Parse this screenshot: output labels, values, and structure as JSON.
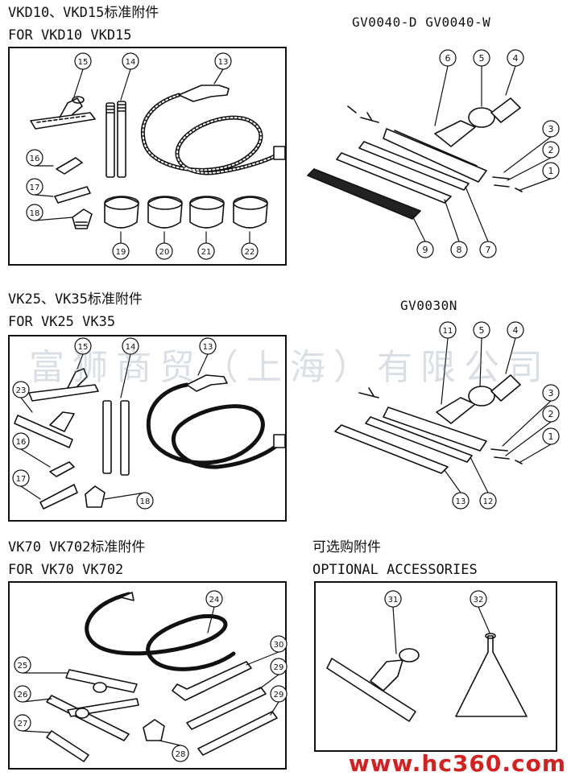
{
  "sections": {
    "vkd": {
      "title_cn": "VKD10、VKD15标准附件",
      "title_en": "FOR VKD10 VKD15"
    },
    "gv0040": {
      "model": "GV0040-D  GV0040-W"
    },
    "vk25": {
      "title_cn": "VK25、VK35标准附件",
      "title_en": "FOR VK25 VK35"
    },
    "gv0030": {
      "model": "GV0030N"
    },
    "vk70": {
      "title_cn": "VK70 VK702标准附件",
      "title_en": "FOR VK70 VK702"
    },
    "optional": {
      "title_cn": "可选购附件",
      "title_en": "OPTIONAL ACCESSORIES"
    }
  },
  "callouts": {
    "vkd": [
      "15",
      "14",
      "13",
      "16",
      "17",
      "18",
      "19",
      "20",
      "21",
      "22"
    ],
    "gv0040": [
      "6",
      "5",
      "4",
      "3",
      "2",
      "1",
      "7",
      "8",
      "9"
    ],
    "vk25": [
      "15",
      "14",
      "13",
      "23",
      "16",
      "17",
      "18"
    ],
    "gv0030": [
      "11",
      "5",
      "4",
      "3",
      "2",
      "1",
      "12",
      "13"
    ],
    "vk70": [
      "24",
      "25",
      "30",
      "29",
      "26",
      "29",
      "27",
      "28"
    ],
    "optional": [
      "31",
      "32"
    ]
  },
  "watermarks": {
    "company": "富狮商贸（上海）有限公司",
    "site": "www.hc360.com"
  }
}
